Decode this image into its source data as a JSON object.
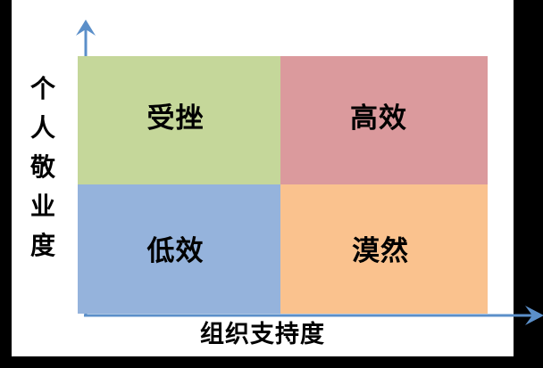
{
  "chart_data": {
    "type": "table",
    "title": "",
    "xlabel": "组织支持度",
    "ylabel": "个人敬业度",
    "ylabel_chars": [
      "个",
      "人",
      "敬",
      "业",
      "度"
    ],
    "quadrants": [
      {
        "key": "top-left",
        "label": "受挫",
        "color": "#C5D79A",
        "x_level": "low",
        "y_level": "high"
      },
      {
        "key": "top-right",
        "label": "高效",
        "color": "#DB9A9D",
        "x_level": "high",
        "y_level": "high"
      },
      {
        "key": "bottom-left",
        "label": "低效",
        "color": "#95B3DC",
        "x_level": "low",
        "y_level": "low"
      },
      {
        "key": "bottom-right",
        "label": "漠然",
        "color": "#FAC28E",
        "x_level": "high",
        "y_level": "low"
      }
    ],
    "axis_color": "#5B8FC9",
    "label_color": "#000000",
    "background": "#FFFFFF",
    "frame_color": "#000000",
    "grid": false,
    "legend": "none"
  },
  "icons": {
    "y_axis_arrow": "arrow-up-icon",
    "x_axis_arrow": "arrow-right-icon"
  }
}
